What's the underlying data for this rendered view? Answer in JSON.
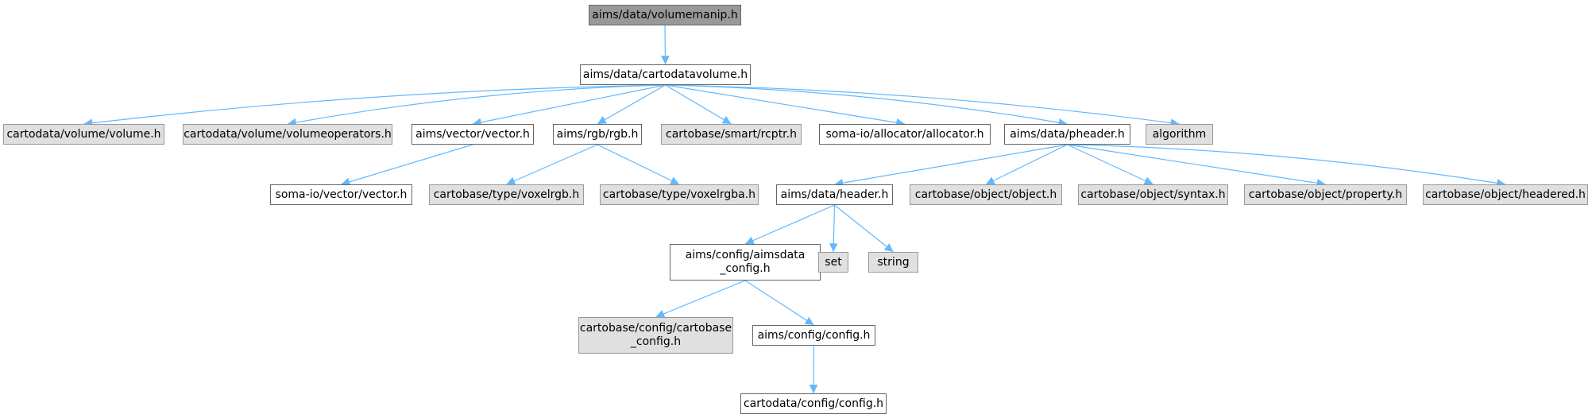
{
  "colors": {
    "edge": "#63b8ff",
    "root_fill": "#999999",
    "local_fill": "#ffffff",
    "system_fill": "#e0e0e0",
    "local_border": "#666666",
    "system_border": "#999999"
  },
  "nodes": [
    {
      "id": "volumemanip",
      "label": "aims/data/volumemanip.h",
      "kind": "root"
    },
    {
      "id": "cartodatavolume",
      "label": "aims/data/cartodatavolume.h",
      "kind": "local"
    },
    {
      "id": "cd_volume",
      "label": "cartodata/volume/volume.h",
      "kind": "system"
    },
    {
      "id": "cd_volumeoperators",
      "label": "cartodata/volume/volumeoperators.h",
      "kind": "system"
    },
    {
      "id": "aims_vector",
      "label": "aims/vector/vector.h",
      "kind": "local"
    },
    {
      "id": "aims_rgb",
      "label": "aims/rgb/rgb.h",
      "kind": "local"
    },
    {
      "id": "rcptr",
      "label": "cartobase/smart/rcptr.h",
      "kind": "system"
    },
    {
      "id": "allocator",
      "label": "soma-io/allocator/allocator.h",
      "kind": "local"
    },
    {
      "id": "pheader",
      "label": "aims/data/pheader.h",
      "kind": "local"
    },
    {
      "id": "algorithm",
      "label": "algorithm",
      "kind": "system"
    },
    {
      "id": "somaio_vector",
      "label": "soma-io/vector/vector.h",
      "kind": "local"
    },
    {
      "id": "voxelrgb",
      "label": "cartobase/type/voxelrgb.h",
      "kind": "system"
    },
    {
      "id": "voxelrgba",
      "label": "cartobase/type/voxelrgba.h",
      "kind": "system"
    },
    {
      "id": "header",
      "label": "aims/data/header.h",
      "kind": "local"
    },
    {
      "id": "object",
      "label": "cartobase/object/object.h",
      "kind": "system"
    },
    {
      "id": "syntax",
      "label": "cartobase/object/syntax.h",
      "kind": "system"
    },
    {
      "id": "property",
      "label": "cartobase/object/property.h",
      "kind": "system"
    },
    {
      "id": "headered",
      "label": "cartobase/object/headered.h",
      "kind": "system"
    },
    {
      "id": "aimsdata_config",
      "label": "aims/config/aimsdata\n_config.h",
      "kind": "local"
    },
    {
      "id": "set",
      "label": "set",
      "kind": "system"
    },
    {
      "id": "string",
      "label": "string",
      "kind": "system"
    },
    {
      "id": "cartobase_config",
      "label": "cartobase/config/cartobase\n_config.h",
      "kind": "system"
    },
    {
      "id": "aims_config",
      "label": "aims/config/config.h",
      "kind": "local"
    },
    {
      "id": "cartodata_config",
      "label": "cartodata/config/config.h",
      "kind": "local"
    }
  ],
  "edges": [
    [
      "volumemanip",
      "cartodatavolume"
    ],
    [
      "cartodatavolume",
      "cd_volume"
    ],
    [
      "cartodatavolume",
      "cd_volumeoperators"
    ],
    [
      "cartodatavolume",
      "aims_vector"
    ],
    [
      "cartodatavolume",
      "aims_rgb"
    ],
    [
      "cartodatavolume",
      "rcptr"
    ],
    [
      "cartodatavolume",
      "allocator"
    ],
    [
      "cartodatavolume",
      "pheader"
    ],
    [
      "cartodatavolume",
      "algorithm"
    ],
    [
      "aims_vector",
      "somaio_vector"
    ],
    [
      "aims_rgb",
      "voxelrgb"
    ],
    [
      "aims_rgb",
      "voxelrgba"
    ],
    [
      "pheader",
      "header"
    ],
    [
      "pheader",
      "object"
    ],
    [
      "pheader",
      "syntax"
    ],
    [
      "pheader",
      "property"
    ],
    [
      "pheader",
      "headered"
    ],
    [
      "header",
      "aimsdata_config"
    ],
    [
      "header",
      "set"
    ],
    [
      "header",
      "string"
    ],
    [
      "aimsdata_config",
      "cartobase_config"
    ],
    [
      "aimsdata_config",
      "aims_config"
    ],
    [
      "aims_config",
      "cartodata_config"
    ]
  ]
}
